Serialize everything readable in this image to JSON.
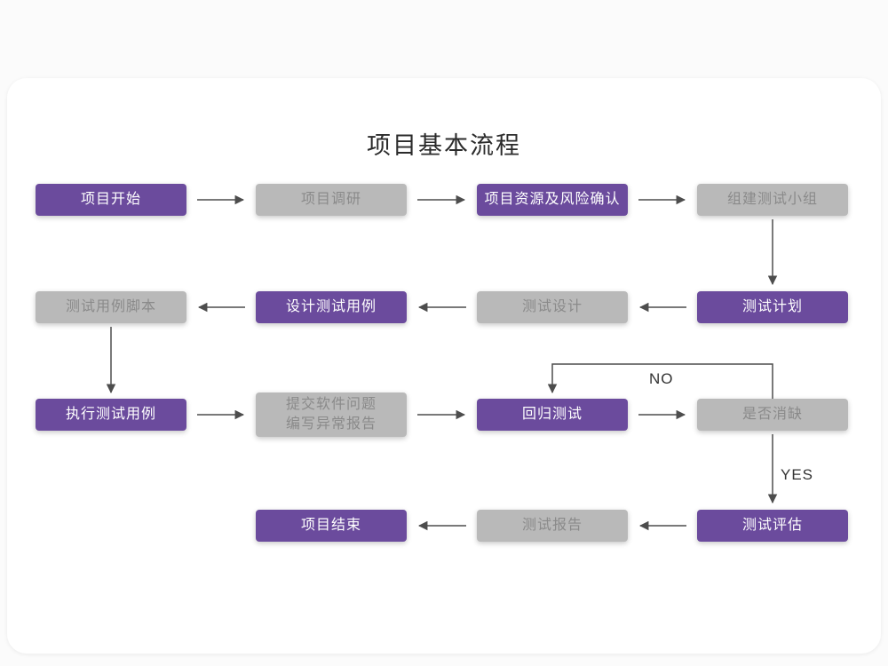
{
  "title": "项目基本流程",
  "colors": {
    "purple_box": "#6B4B9D",
    "purple_box_text": "#FFFFFF",
    "gray_box": "#B9B9B9",
    "gray_box_text": "#8A8A8A",
    "arrow": "#4D4D4D",
    "title_text": "#2B2B2B",
    "card_background": "#FFFFFF"
  },
  "labels": {
    "no": "NO",
    "yes": "YES"
  },
  "nodes": [
    {
      "id": "project-start",
      "label": "项目开始",
      "style": "purple"
    },
    {
      "id": "project-research",
      "label": "项目调研",
      "style": "gray"
    },
    {
      "id": "project-resources-risk",
      "label": "项目资源及风险确认",
      "style": "purple"
    },
    {
      "id": "form-test-team",
      "label": "组建测试小组",
      "style": "gray"
    },
    {
      "id": "test-case-script",
      "label": "测试用例脚本",
      "style": "gray"
    },
    {
      "id": "design-test-cases",
      "label": "设计测试用例",
      "style": "purple"
    },
    {
      "id": "test-design",
      "label": "测试设计",
      "style": "gray"
    },
    {
      "id": "test-plan",
      "label": "测试计划",
      "style": "purple"
    },
    {
      "id": "execute-test-cases",
      "label": "执行测试用例",
      "style": "purple"
    },
    {
      "id": "submit-issues-write-report",
      "label": "提交软件问题\n编写异常报告",
      "style": "gray"
    },
    {
      "id": "regression-test",
      "label": "回归测试",
      "style": "purple"
    },
    {
      "id": "defect-cleared",
      "label": "是否消缺",
      "style": "gray"
    },
    {
      "id": "project-end",
      "label": "项目结束",
      "style": "purple"
    },
    {
      "id": "test-report",
      "label": "测试报告",
      "style": "gray"
    },
    {
      "id": "test-evaluation",
      "label": "测试评估",
      "style": "purple"
    }
  ],
  "edges": [
    {
      "from": "project-start",
      "to": "project-research"
    },
    {
      "from": "project-research",
      "to": "project-resources-risk"
    },
    {
      "from": "project-resources-risk",
      "to": "form-test-team"
    },
    {
      "from": "form-test-team",
      "to": "test-plan"
    },
    {
      "from": "test-plan",
      "to": "test-design"
    },
    {
      "from": "test-design",
      "to": "design-test-cases"
    },
    {
      "from": "design-test-cases",
      "to": "test-case-script"
    },
    {
      "from": "test-case-script",
      "to": "execute-test-cases"
    },
    {
      "from": "execute-test-cases",
      "to": "submit-issues-write-report"
    },
    {
      "from": "submit-issues-write-report",
      "to": "regression-test"
    },
    {
      "from": "regression-test",
      "to": "defect-cleared"
    },
    {
      "from": "defect-cleared",
      "to": "regression-test",
      "label": "NO"
    },
    {
      "from": "defect-cleared",
      "to": "test-evaluation",
      "label": "YES"
    },
    {
      "from": "test-evaluation",
      "to": "test-report"
    },
    {
      "from": "test-report",
      "to": "project-end"
    }
  ]
}
